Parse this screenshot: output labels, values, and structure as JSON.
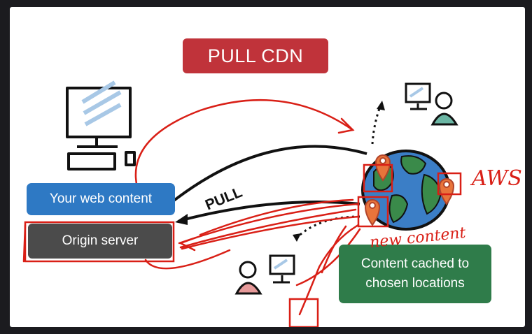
{
  "title": "PULL CDN",
  "boxes": {
    "web_content": "Your web content",
    "origin_server": "Origin server",
    "cached": "Content cached to chosen locations"
  },
  "arrow_label": "PULL",
  "annotations": {
    "aws": "AWS",
    "new_content": "new content"
  },
  "colors": {
    "title_red": "#c0333a",
    "web_blue": "#2e79c4",
    "server_gray": "#4b4b4b",
    "cached_green": "#2f7c4a",
    "pin_orange": "#e8743b",
    "ink_red": "#d91f16"
  },
  "icons": [
    "desktop-computer-icon",
    "globe-icon",
    "location-pin-icon",
    "user-at-computer-icon"
  ]
}
